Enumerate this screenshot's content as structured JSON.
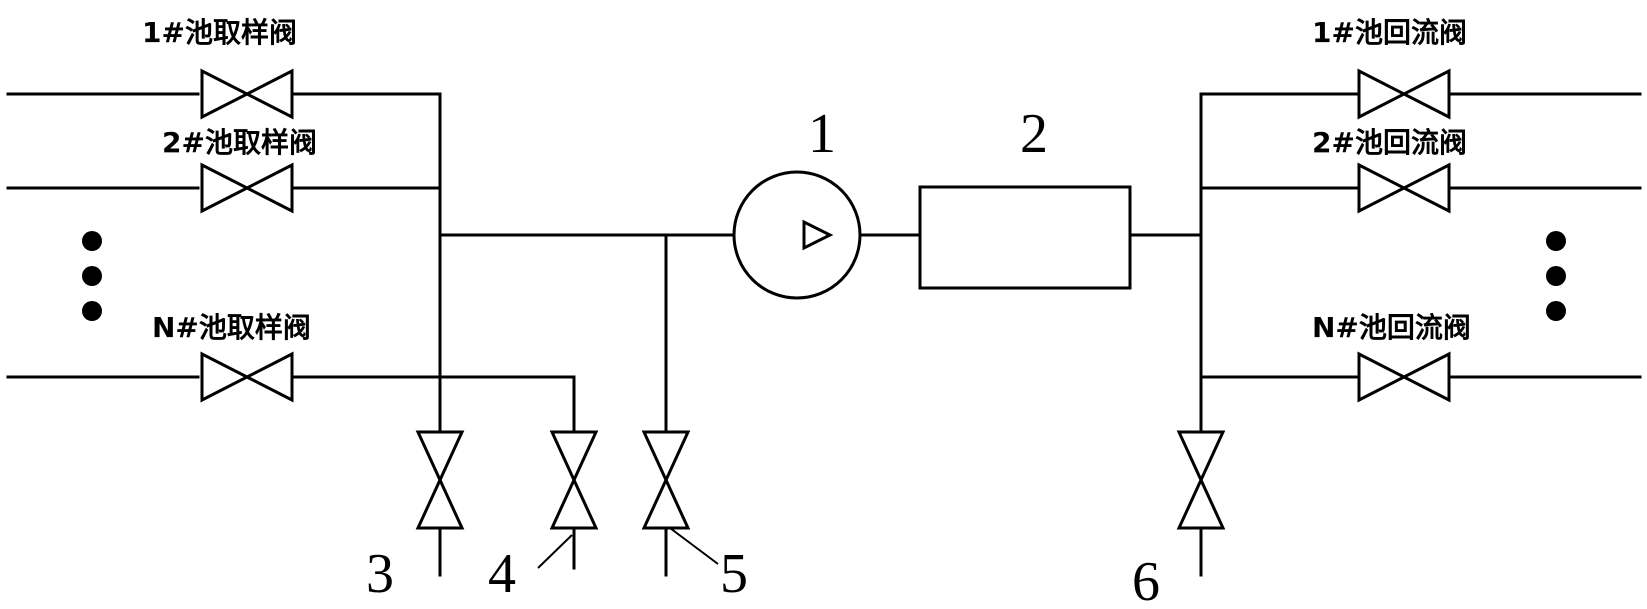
{
  "labels": {
    "valve_sample_1": "1#池取样阀",
    "valve_sample_2": "2#池取样阀",
    "valve_sample_n": "N#池取样阀",
    "valve_return_1": "1#池回流阀",
    "valve_return_2": "2#池回流阀",
    "valve_return_n": "N#池回流阀"
  },
  "numbers": {
    "pump": "1",
    "unit": "2",
    "valve_3": "3",
    "valve_4": "4",
    "valve_5": "5",
    "valve_6": "6"
  }
}
